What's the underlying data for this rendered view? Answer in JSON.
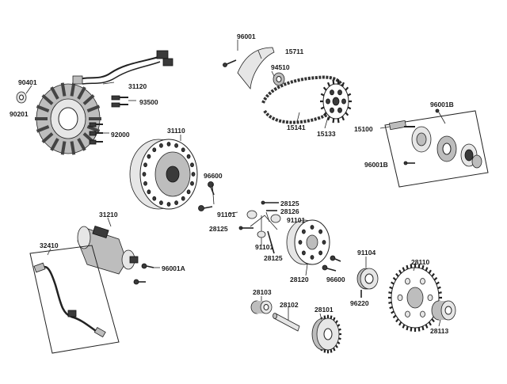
{
  "labels": {
    "p96001": "96001",
    "p15711": "15711",
    "p94510": "94510",
    "p15141": "15141",
    "p15133": "15133",
    "p90401": "90401",
    "p90201": "90201",
    "p31120": "31120",
    "p93500": "93500",
    "p92000": "92000",
    "p31110": "31110",
    "p96600a": "96600",
    "p96001b_top": "96001B",
    "p15100": "15100",
    "p96001b_bot": "96001B",
    "p28125a": "28125",
    "p28126": "28126",
    "p91101a": "91101",
    "p91101b": "91101",
    "p28125b": "28125",
    "p91101c": "91101",
    "p28125c": "28125",
    "p31210": "31210",
    "p32410": "32410",
    "p96001a": "96001A",
    "p28120": "28120",
    "p91104": "91104",
    "p96600b": "96600",
    "p28110": "28110",
    "p96220": "96220",
    "p28103": "28103",
    "p28102": "28102",
    "p28101": "28101",
    "p28113": "28113"
  }
}
